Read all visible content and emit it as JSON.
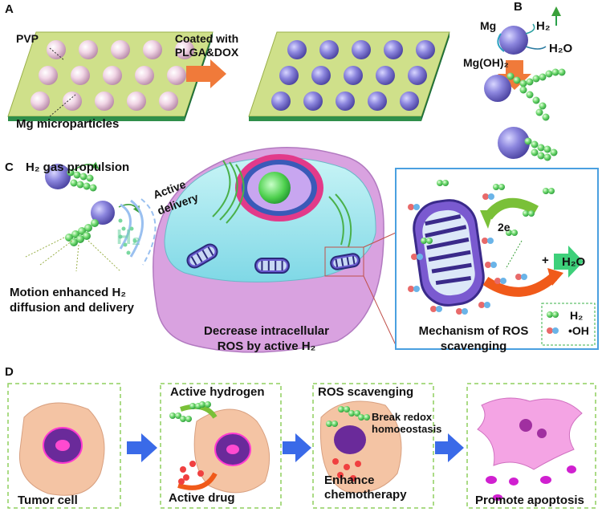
{
  "panels": {
    "A": {
      "letter": "A",
      "pvp": "PVP",
      "mg_microparticles": "Mg microparticles",
      "arrow_line1": "Coated with",
      "arrow_line2": "PLGA&DOX"
    },
    "B": {
      "letter": "B",
      "mg": "Mg",
      "h2": "H₂",
      "h2o": "H₂O",
      "mgoh2": "Mg(OH)₂"
    },
    "C": {
      "letter": "C",
      "h2_gas": "H₂ gas propulsion",
      "active": "Active",
      "delivery": "delivery",
      "h2_bubble": "H₂",
      "motion_line1": "Motion enhanced H₂",
      "motion_line2": "diffusion and delivery",
      "decrease_line1": "Decrease intracellular",
      "decrease_line2": "ROS by active H₂",
      "two_e": "2e",
      "plus": "+",
      "h2o_out": "H₂O",
      "legend_h2": "H₂",
      "legend_oh": "•OH",
      "mechanism_line1": "Mechanism of ROS",
      "mechanism_line2": "scavenging"
    },
    "D": {
      "letter": "D",
      "steps": [
        {
          "caption": "Tumor cell"
        },
        {
          "caption_top": "Active hydrogen",
          "caption_bottom": "Active drug"
        },
        {
          "caption_top": "ROS scavenging",
          "note_line1": "Break redox",
          "note_line2": "homoeostasis",
          "caption_bottom_line1": "Enhance",
          "caption_bottom_line2": "chemotherapy"
        },
        {
          "caption": "Promote apoptosis"
        }
      ]
    }
  },
  "colors": {
    "particle_pink": "#e8c4d8",
    "particle_blue": "#8a84dc",
    "substrate_green": "#cfe08a",
    "substrate_edge": "#2f8f4a",
    "arrow_orange": "#f07a3a",
    "h2_green": "#5fd35f",
    "cell_cyan": "#9fe6ee",
    "cell_membrane": "#d9a2e0",
    "mito_purple": "#4a3a9a",
    "oh_red": "#e86a6a",
    "oh_blue": "#6ab4e8",
    "box_blue": "#4aa0e0",
    "dashed_green": "#8fcf5f",
    "tumor_peach": "#f4c4a4",
    "nucleus_purple": "#6a2a9a",
    "nucleolus_pink": "#ff4ad0",
    "step_arrow": "#3a6ae8",
    "apoptosis_pink": "#f4a4e4",
    "apoptosis_magenta": "#d020d0"
  }
}
